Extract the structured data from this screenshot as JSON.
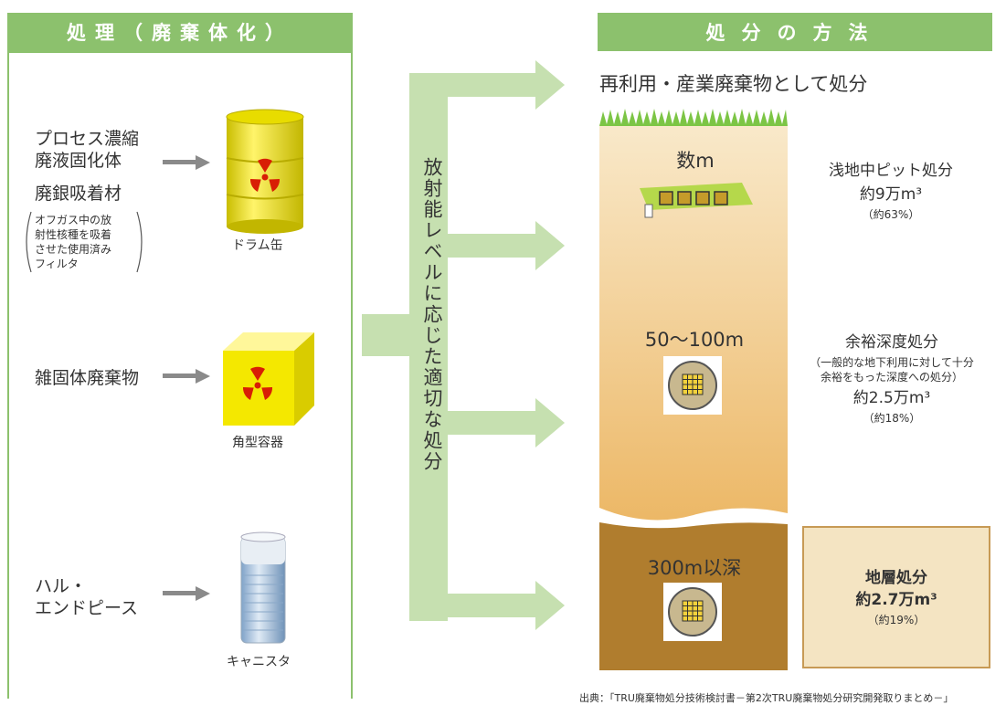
{
  "left_header": "処理（廃棄体化）",
  "right_header": "処分の方法",
  "waste_items": [
    {
      "label_lines": [
        "プロセス濃縮",
        "廃液固化体"
      ]
    },
    {
      "label_lines": [
        "廃銀吸着材"
      ]
    },
    {
      "label_lines": [
        "雑固体廃棄物"
      ]
    },
    {
      "label_lines": [
        "ハル・",
        "エンドピース"
      ]
    }
  ],
  "filter_note_lines": [
    "オフガス中の放",
    "射性核種を吸着",
    "させた使用済み",
    "フィルタ"
  ],
  "containers": {
    "drum": "ドラム缶",
    "box": "角型容器",
    "canister": "キャニスタ"
  },
  "center_text": "放射能レベルに応じた適切な処分",
  "reuse_text": "再利用・産業廃棄物として処分",
  "depths": {
    "shallow": "数m",
    "mid": "50～100m",
    "deep": "300m以深"
  },
  "disposals": {
    "shallow": {
      "name": "浅地中ピット処分",
      "volume": "約9万m³",
      "percent": "（約63%）"
    },
    "intermediate": {
      "name": "余裕深度処分",
      "note_lines": [
        "（一般的な地下利用に対して十分",
        "余裕をもった深度への処分）"
      ],
      "volume": "約2.5万m³",
      "percent": "（約18%）"
    },
    "geological": {
      "name": "地層処分",
      "volume": "約2.7万m³",
      "percent": "（約19%）"
    }
  },
  "source_note": "出典：「TRU廃棄物処分技術検討書－第2次TRU廃棄物処分研究開発取りまとめ－」",
  "colors": {
    "header_green": "#8cc16d",
    "arrow_green": "#c6e0b0",
    "soil_light": "#f8e6c5",
    "soil_dark": "#b07d2e",
    "drum_yellow": "#f4e800",
    "radiation_red": "#d81e05"
  }
}
